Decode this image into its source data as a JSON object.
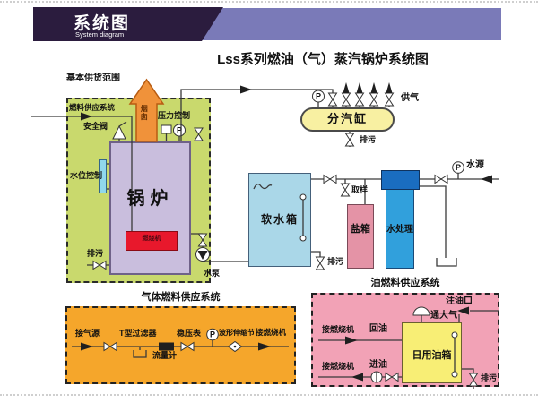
{
  "header": {
    "title": "系统图",
    "subtitle": "System diagram"
  },
  "page": {
    "title": "Lss系列燃油（气）蒸汽锅炉系统图"
  },
  "symbols": {
    "pressure_letter": "P"
  },
  "scope": {
    "label": "基本供货范围",
    "fuel_supply": "燃料供应系统",
    "safety_valve": "安全阀",
    "chimney": "烟囱",
    "pressure_control": "压力控制",
    "water_level_control": "水位控制",
    "boiler": "锅炉",
    "burner": "燃烧机",
    "blowdown": "排污",
    "water_pump": "水泵"
  },
  "steam": {
    "distributor": "分汽缸",
    "gas_supply": "供气",
    "blowdown": "排污"
  },
  "water": {
    "soft_tank": "软水箱",
    "sampling": "取样",
    "blowdown": "排污",
    "salt_tank": "盐箱",
    "treatment": "水处理",
    "source": "水源"
  },
  "gas_system": {
    "label": "气体燃料供应系统",
    "gas_source": "接气源",
    "t_filter": "T型过滤器",
    "flow_meter": "流量计",
    "regulator": "稳压表",
    "expansion_joint": "波形伸缩节",
    "to_burner": "接燃烧机"
  },
  "oil_system": {
    "label": "油燃料供应系统",
    "fill_port": "注油口",
    "vent": "通大气",
    "to_burner_return": "接燃烧机",
    "return_oil": "回油",
    "to_burner_inlet": "接燃烧机",
    "oil_inlet": "进油",
    "daily_tank": "日用油箱",
    "blowdown": "排污"
  },
  "colors": {
    "header_dark": "#2b1c3e",
    "header_light": "#7a7ab8",
    "scope_bg": "#c9d96d",
    "boiler": "#c9bedd",
    "burner": "#e8182c",
    "chimney": "#f0923a",
    "distributor": "#f8f0a2",
    "soft_tank": "#aad7e8",
    "salt_tank": "#e493a6",
    "treatment": "#31a0dc",
    "treatment_head": "#1a6dc0",
    "gas_box": "#f5a62b",
    "oil_box": "#f2a2b6",
    "oil_tank": "#f8ee75"
  }
}
